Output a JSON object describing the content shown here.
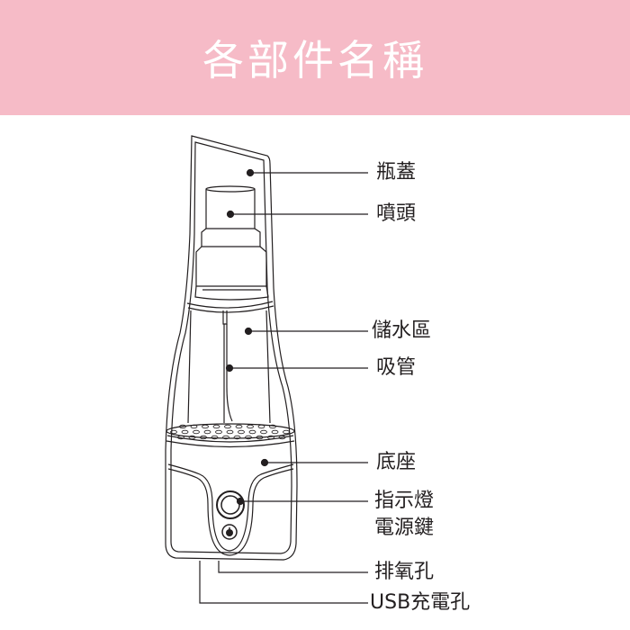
{
  "title": "各部件名稱",
  "colors": {
    "banner": "#f6bbc7",
    "line": "#231f20"
  },
  "labels": {
    "cap": "瓶蓋",
    "nozzle": "噴頭",
    "reservoir": "儲水區",
    "straw": "吸管",
    "base": "底座",
    "indicator": "指示燈",
    "power": "電源鍵",
    "vent": "排氧孔",
    "usb": "USB充電孔"
  }
}
